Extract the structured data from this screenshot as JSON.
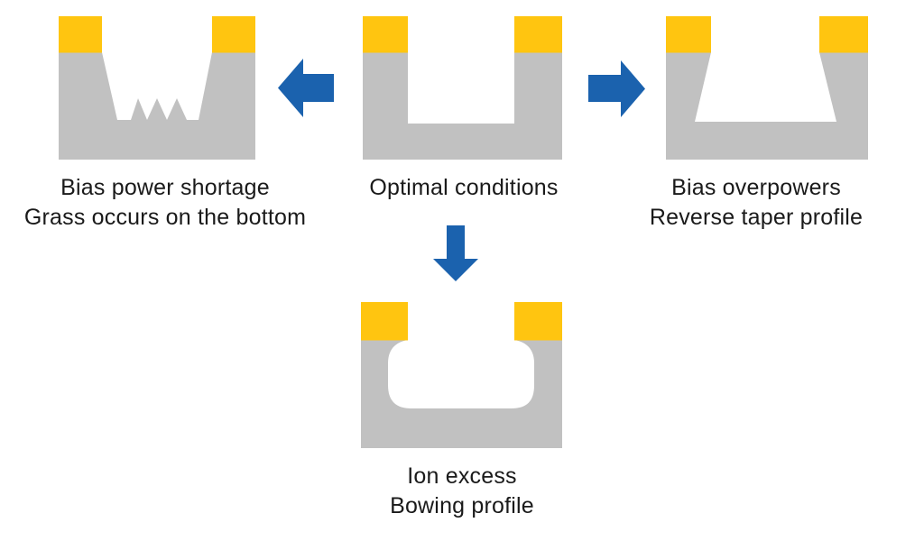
{
  "colors": {
    "background": "#FFFFFF",
    "mask": "#FFC510",
    "substrate": "#C1C1C1",
    "trench": "#FFFFFF",
    "arrow": "#1B62AE",
    "text": "#1A1A1A"
  },
  "figures": {
    "grass": {
      "caption_line1": "Bias power shortage",
      "caption_line2": "Grass occurs on the bottom"
    },
    "optimal": {
      "caption_line1": "Optimal conditions"
    },
    "reverse_taper": {
      "caption_line1": "Bias overpowers",
      "caption_line2": "Reverse taper profile"
    },
    "bowing": {
      "caption_line1": "Ion excess",
      "caption_line2": "Bowing profile"
    }
  },
  "icons": {
    "left_arrow": "arrow-left-icon",
    "right_arrow": "arrow-right-icon",
    "down_arrow": "arrow-down-icon"
  }
}
